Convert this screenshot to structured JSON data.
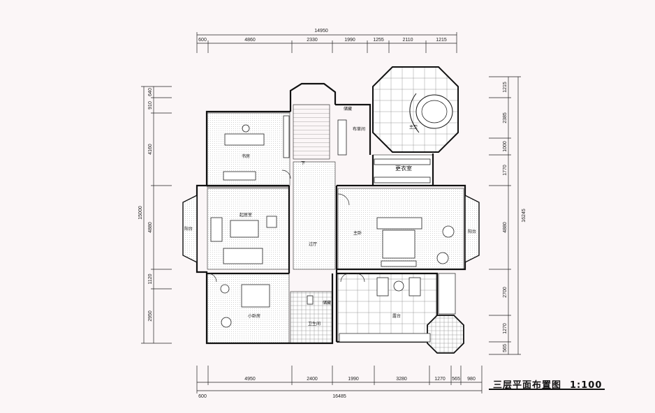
{
  "title": "三层平面布置图",
  "scale": "1:100",
  "dimensions": {
    "top_total": "14950",
    "top": [
      "600",
      "4860",
      "2330",
      "1990",
      "1255",
      "2110",
      "1215"
    ],
    "bottom_total": "16485",
    "bottom_start": "600",
    "bottom": [
      "4950",
      "2400",
      "1990",
      "3280",
      "1270",
      "565",
      "980"
    ],
    "left_total": "15000",
    "left": [
      "640",
      "910",
      "4160",
      "4880",
      "1120",
      "2950"
    ],
    "right_total": "16245",
    "right": [
      "1215",
      "2385",
      "1000",
      "1770",
      "4880",
      "2700",
      "1270",
      "565"
    ]
  },
  "rooms": {
    "study": "书房",
    "family_room": "起居室",
    "balcony_left": "阳台",
    "hall": "过厅",
    "stair_down": "下",
    "small_bedroom": "小卧房",
    "storage": "储藏",
    "bathroom": "卫生间",
    "closet_small": "储藏",
    "linen": "布草间",
    "master_bath": "主卫",
    "dressing": "更衣室",
    "master_bedroom": "主卧",
    "balcony_right": "阳台",
    "terrace": "露台"
  }
}
